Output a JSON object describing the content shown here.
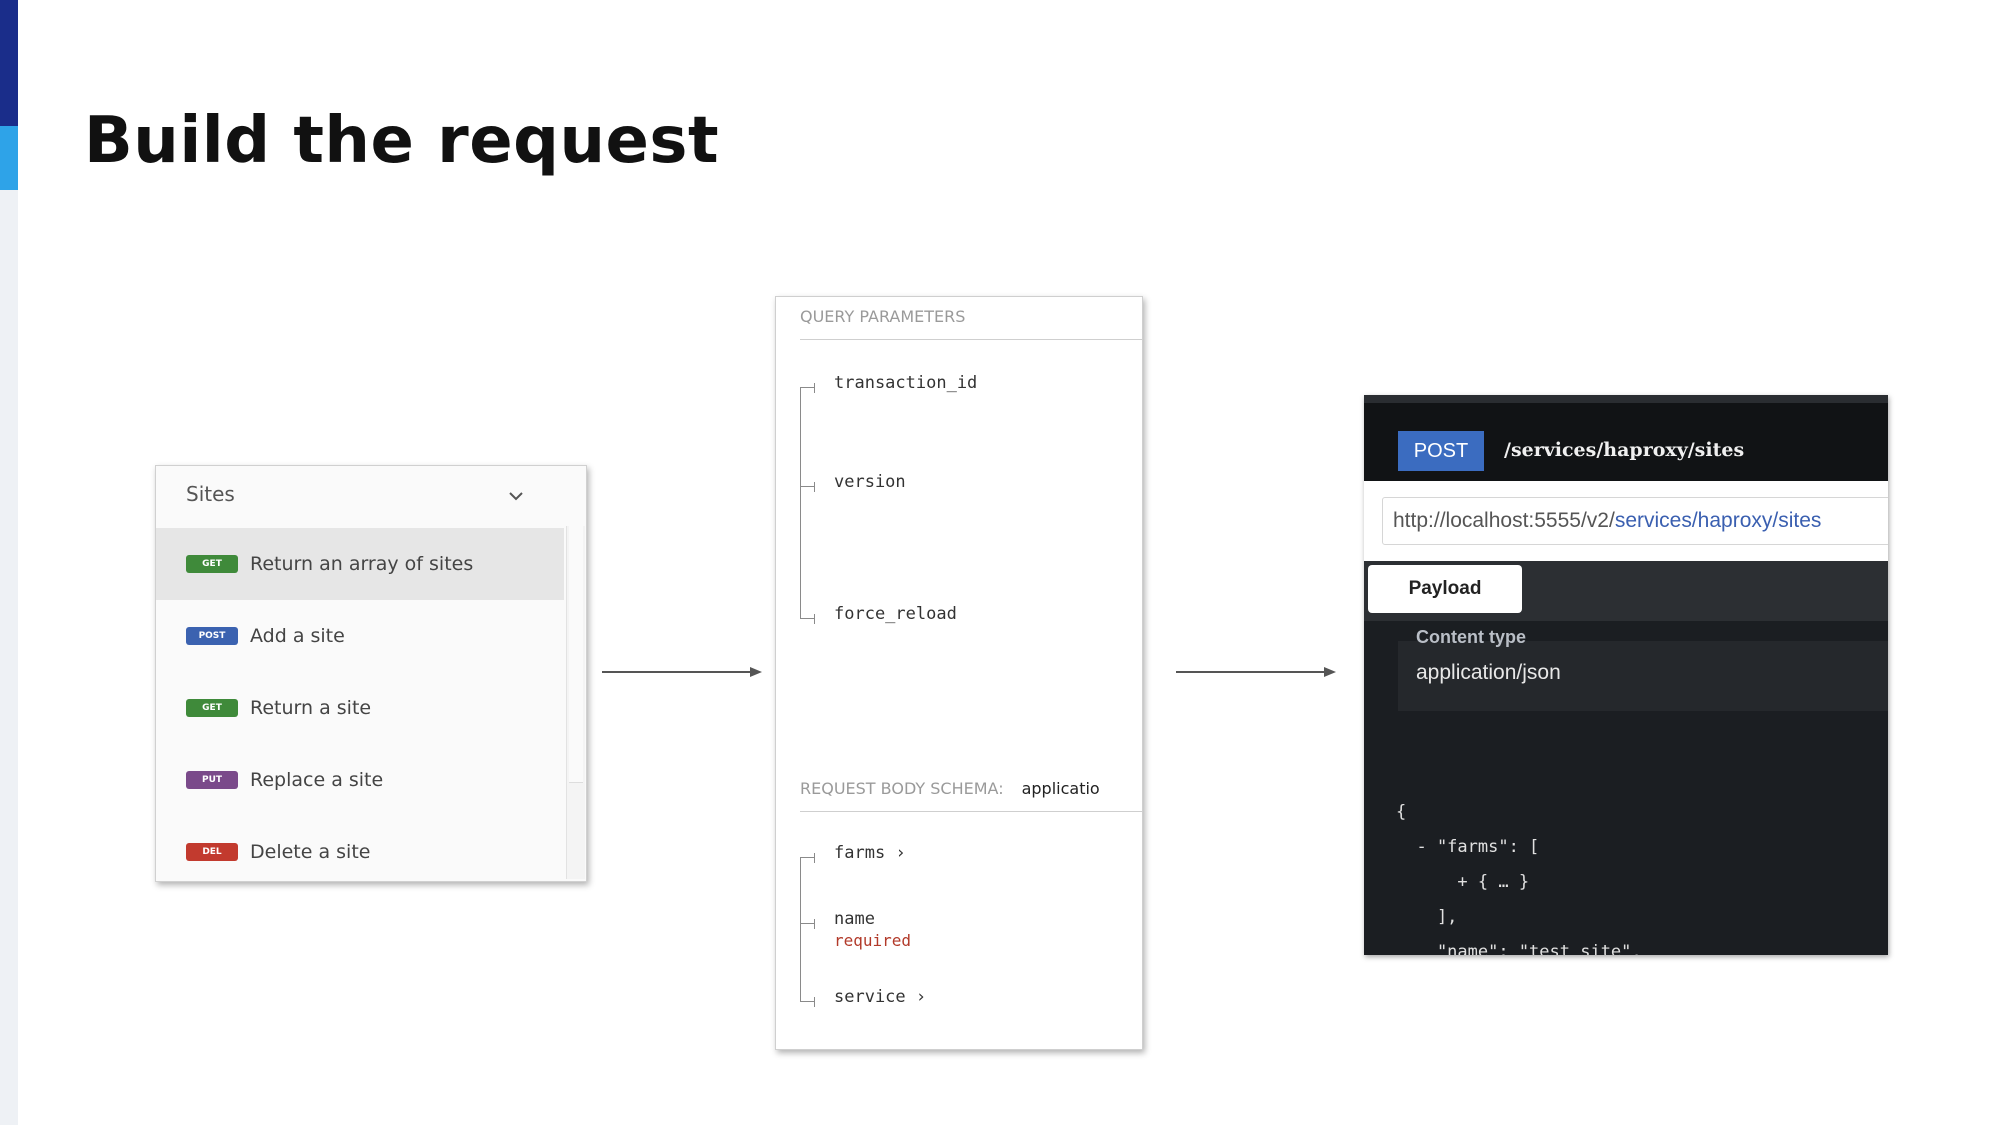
{
  "slide": {
    "title": "Build the request"
  },
  "sites_panel": {
    "header": "Sites",
    "operations": [
      {
        "method": "GET",
        "label": "Return an array of sites",
        "color": "#3f8a3a",
        "active": true
      },
      {
        "method": "POST",
        "label": "Add a site",
        "color": "#3b62b0",
        "active": false
      },
      {
        "method": "GET",
        "label": "Return a site",
        "color": "#3f8a3a",
        "active": false
      },
      {
        "method": "PUT",
        "label": "Replace a site",
        "color": "#7a4a8a",
        "active": false
      },
      {
        "method": "DEL",
        "label": "Delete a site",
        "color": "#c23a2e",
        "active": false
      }
    ]
  },
  "params_panel": {
    "query_header": "QUERY PARAMETERS",
    "query_params": [
      "transaction_id",
      "version",
      "force_reload"
    ],
    "body_header": "REQUEST BODY SCHEMA:",
    "body_content_type": "applicatio",
    "body_fields": [
      {
        "name": "farms",
        "suffix": "›",
        "required": ""
      },
      {
        "name": "name",
        "suffix": "",
        "required": "required"
      },
      {
        "name": "service",
        "suffix": "›",
        "required": ""
      }
    ]
  },
  "console": {
    "method": "POST",
    "path": "/services/haproxy/sites",
    "url_prefix": "http://localhost:5555/v2/",
    "url_highlight": "services/haproxy/sites",
    "tab_payload": "Payload",
    "content_type_label": "Content type",
    "content_type_value": "application/json",
    "code_lines": [
      "{",
      "  - \"farms\": [",
      "      + { … }",
      "    ],",
      "    \"name\": \"test_site\","
    ]
  },
  "colors": {
    "accent_dark": "#1a2d8a",
    "accent_light": "#2ea3e8",
    "console_bg": "#1b1e22",
    "post_button": "#3b6cc0"
  }
}
